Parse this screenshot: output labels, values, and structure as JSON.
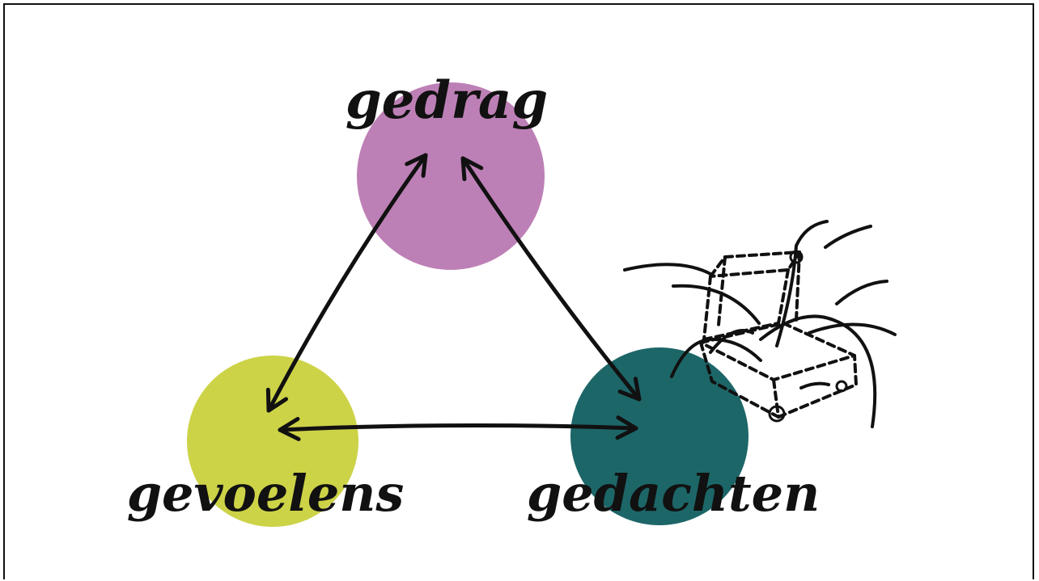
{
  "diagram": {
    "nodes": [
      {
        "id": "gedrag",
        "label": "gedrag",
        "color": "#bd80b6"
      },
      {
        "id": "gevoelens",
        "label": "gevoelens",
        "color": "#cdd347"
      },
      {
        "id": "gedachten",
        "label": "gedachten",
        "color": "#1d6668"
      }
    ],
    "edges": [
      {
        "from": "gevoelens",
        "to": "gedrag",
        "direction": "both"
      },
      {
        "from": "gedrag",
        "to": "gedachten",
        "direction": "both"
      },
      {
        "from": "gevoelens",
        "to": "gedachten",
        "direction": "both"
      }
    ],
    "illustration": {
      "icon": "open-suitcase-icon"
    },
    "colors": {
      "ink": "#111111",
      "background": "#ffffff"
    }
  }
}
